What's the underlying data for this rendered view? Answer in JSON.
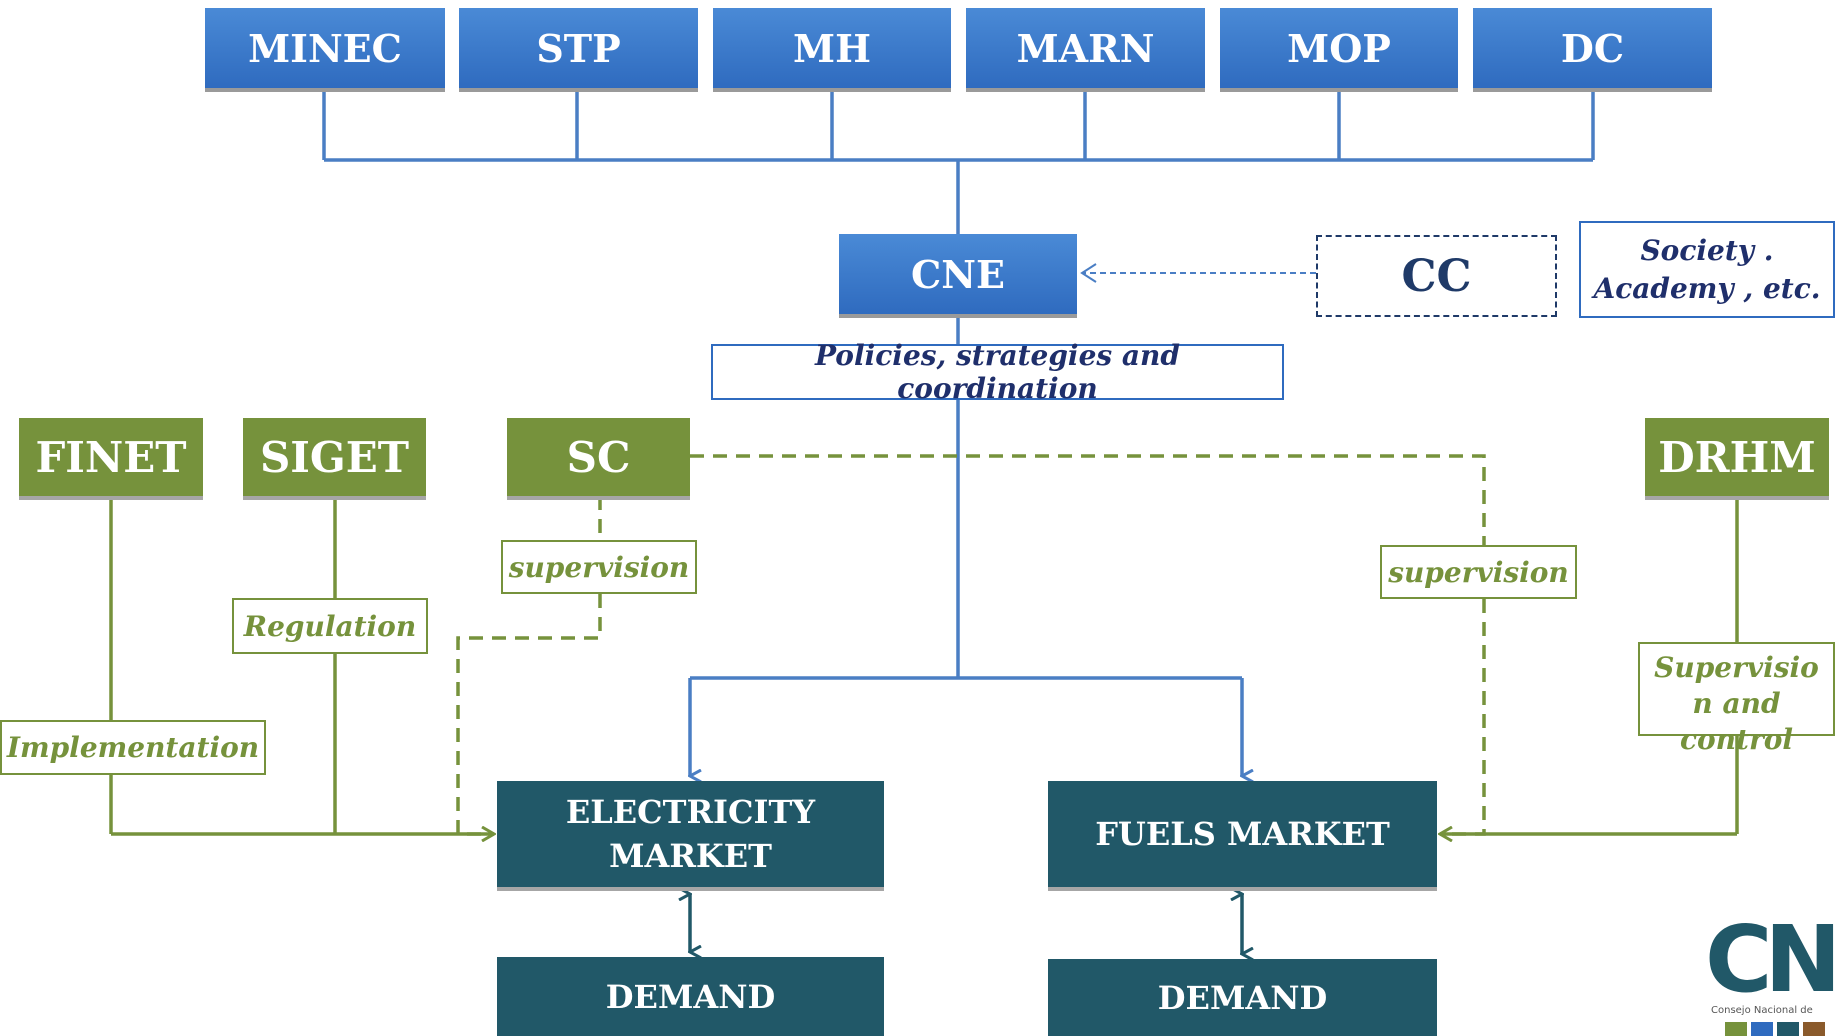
{
  "top_entities": [
    "MINEC",
    "STP",
    "MH",
    "MARN",
    "MOP",
    "DC"
  ],
  "cne": "CNE",
  "cc": "CC",
  "society": [
    "Society .",
    "Academy , etc."
  ],
  "policies": "Policies, strategies  and coordination",
  "finet": "FINET",
  "siget": "SIGET",
  "sc": "SC",
  "drhm": "DRHM",
  "labels": {
    "supervision_left": "supervision",
    "supervision_right": "supervision",
    "regulation": "Regulation",
    "implementation": "Implementation",
    "supervision_control": [
      "Supervisio",
      "n and",
      "control"
    ]
  },
  "electricity_market": [
    "ELECTRICITY",
    "MARKET"
  ],
  "fuels_market": "FUELS MARKET",
  "demand_left": "DEMAND",
  "demand_right": "DEMAND",
  "logo": {
    "text": "CN",
    "caption": "Consejo Nacional de"
  },
  "colors": {
    "blue": "#2f6bbf",
    "green": "#76923c",
    "teal": "#215868",
    "dark_blue": "#1f3a68"
  }
}
